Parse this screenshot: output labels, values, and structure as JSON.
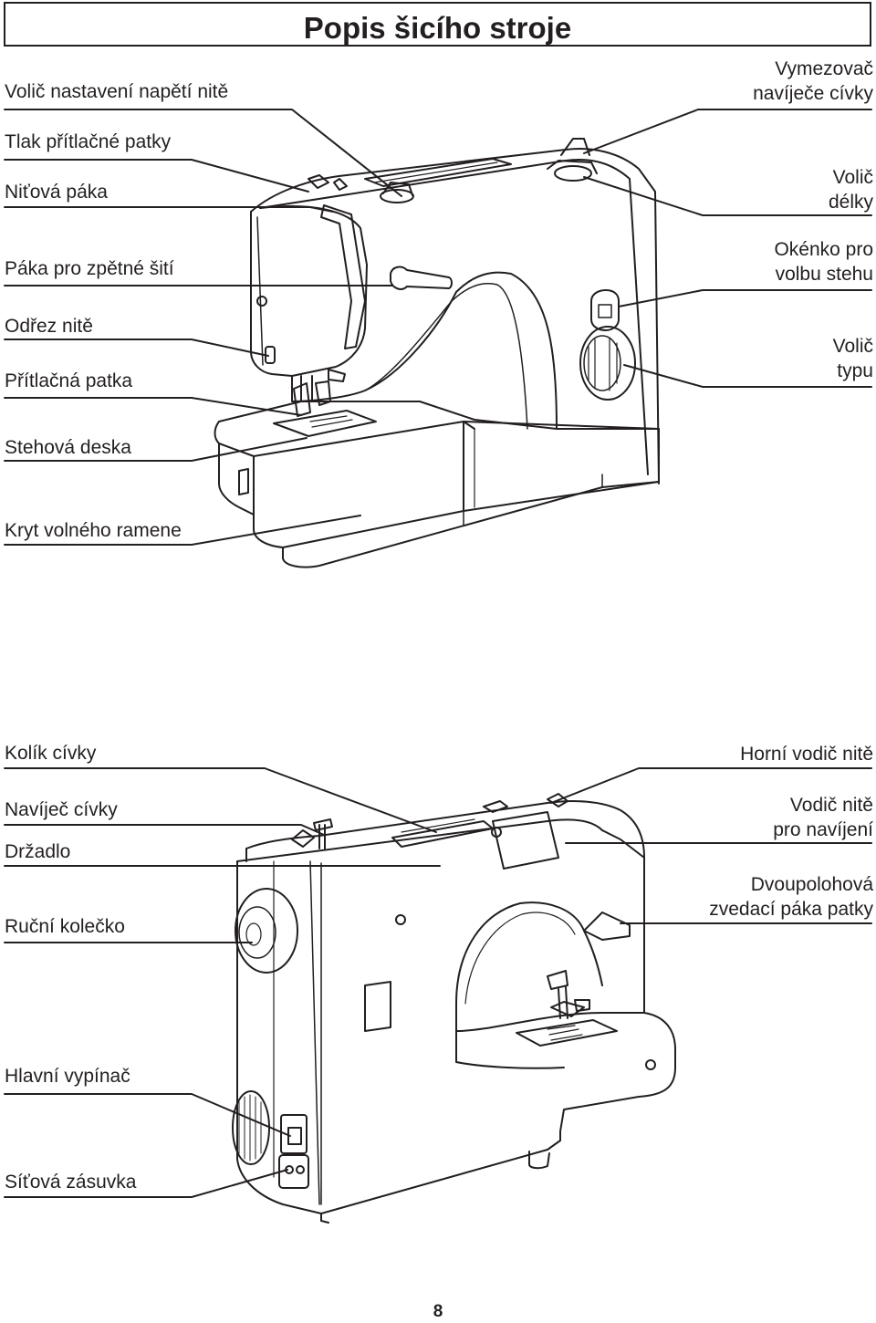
{
  "title": "Popis šicího stroje",
  "page_number": "8",
  "front_view": {
    "left_labels": [
      "Volič nastavení napětí nitě",
      "Tlak přítlačné patky",
      "Niťová páka",
      "Páka pro zpětné šití",
      "Odřez nitě",
      "Přítlačná patka",
      "Stehová deska",
      "Kryt volného ramene"
    ],
    "right_labels": [
      [
        "Vymezovač",
        "navíječe cívky"
      ],
      [
        "Volič",
        "délky"
      ],
      [
        "Okénko pro",
        "volbu stehu"
      ],
      [
        "Volič",
        "typu"
      ]
    ]
  },
  "back_view": {
    "left_labels": [
      "Kolík cívky",
      "Navíječ cívky",
      "Držadlo",
      "Ruční kolečko",
      "Hlavní vypínač",
      "Síťová zásuvka"
    ],
    "right_labels": [
      [
        "Horní vodič nitě"
      ],
      [
        "Vodič nitě",
        "pro navíjení"
      ],
      [
        "Dvoupolohová",
        "zvedací páka patky"
      ]
    ]
  }
}
